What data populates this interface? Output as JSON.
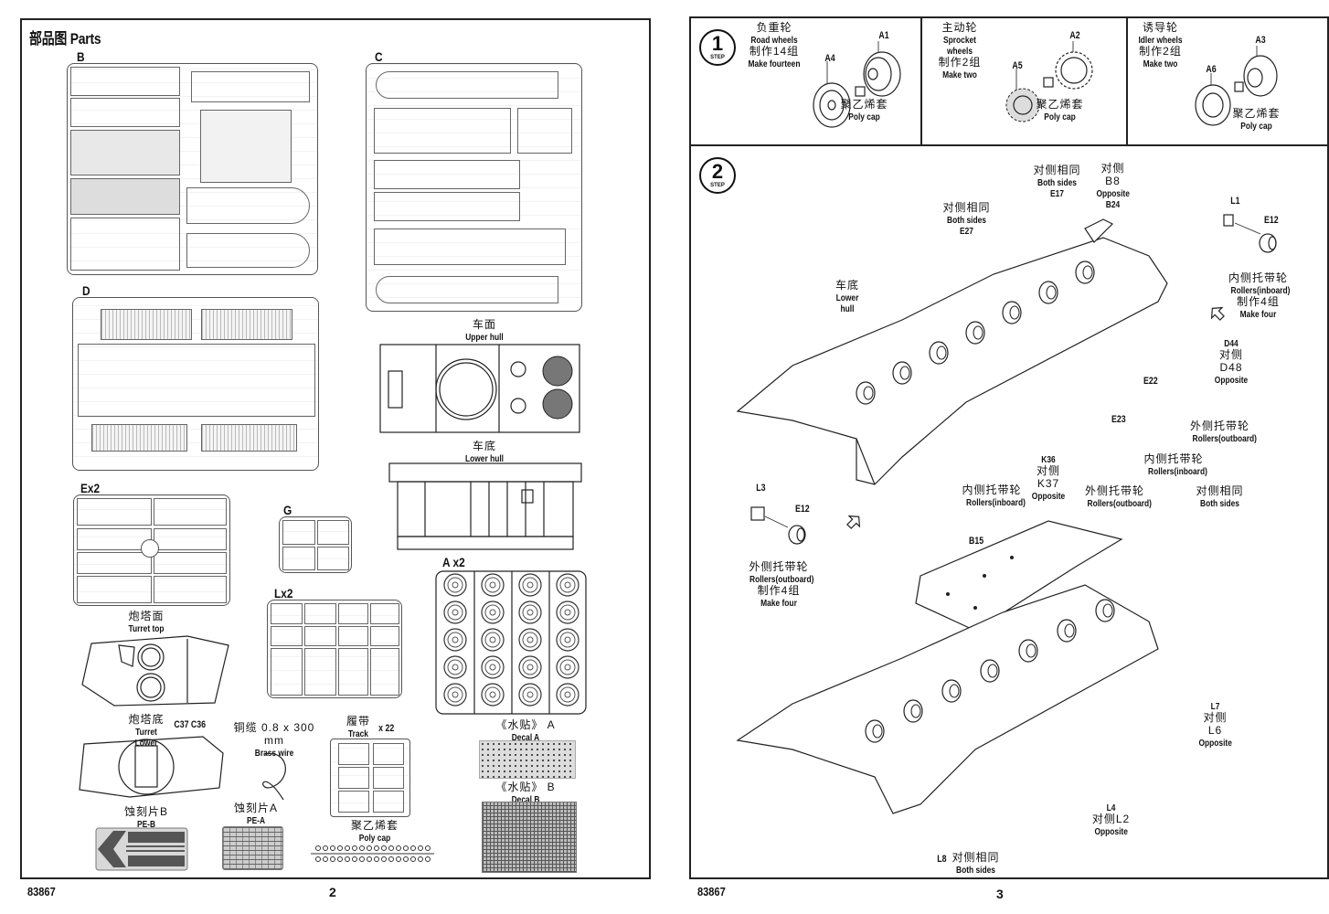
{
  "left_page": {
    "title": "部品图 Parts",
    "sprues": [
      {
        "id": "B",
        "label": "B"
      },
      {
        "id": "C",
        "label": "C"
      },
      {
        "id": "D",
        "label": "D"
      },
      {
        "id": "E",
        "label": "Ex2"
      },
      {
        "id": "G",
        "label": "G"
      },
      {
        "id": "L",
        "label": "Lx2"
      },
      {
        "id": "A",
        "label": "A x2"
      }
    ],
    "parts": {
      "upper_hull": {
        "cn": "车面",
        "en": "Upper hull"
      },
      "lower_hull": {
        "cn": "车底",
        "en": "Lower hull"
      },
      "turret_top": {
        "cn": "炮塔面",
        "en": "Turret top"
      },
      "turret_lower": {
        "cn": "炮塔底",
        "en": "Turret Lower",
        "ids": "C37 C36"
      },
      "brass_wire": {
        "cn": "铜缆 0.8 x 300 mm",
        "en": "Brass wire"
      },
      "track": {
        "cn": "履带",
        "en": "Track",
        "qty": "x 22"
      },
      "decal_a": {
        "cn": "《水贴》 A",
        "en": "Decal  A"
      },
      "decal_b": {
        "cn": "《水贴》 B",
        "en": "Decal  B"
      },
      "pe_b": {
        "cn": "蚀刻片B",
        "en": "PE-B"
      },
      "pe_a": {
        "cn": "蚀刻片A",
        "en": "PE-A"
      },
      "poly_cap": {
        "cn": "聚乙烯套",
        "en": "Poly cap"
      }
    },
    "footer_code": "83867",
    "page_number": "2"
  },
  "right_page": {
    "step1": {
      "number": "1",
      "step_word": "STEP",
      "panels": [
        {
          "cn": "负重轮",
          "en": "Road  wheels",
          "cn_qty": "制作14组",
          "en_qty": "Make fourteen",
          "part_a": "A1",
          "part_b": "A4",
          "cap_cn": "聚乙烯套",
          "cap_en": "Poly cap"
        },
        {
          "cn": "主动轮",
          "en": "Sprocket wheels",
          "cn_qty": "制作2组",
          "en_qty": "Make two",
          "part_a": "A2",
          "part_b": "A5",
          "cap_cn": "聚乙烯套",
          "cap_en": "Poly cap"
        },
        {
          "cn": "诱导轮",
          "en": "Idler wheels",
          "cn_qty": "制作2组",
          "en_qty": "Make two",
          "part_a": "A3",
          "part_b": "A6",
          "cap_cn": "聚乙烯套",
          "cap_en": "Poly cap"
        }
      ]
    },
    "step2": {
      "number": "2",
      "step_word": "STEP",
      "callouts": {
        "lower_hull": {
          "cn": "车底",
          "en": "Lower hull"
        },
        "e27": {
          "cn": "对侧相同",
          "en": "Both sides",
          "id": "E27"
        },
        "e17": {
          "cn": "对侧相同",
          "en": "Both sides",
          "id": "E17"
        },
        "b24": {
          "cn": "对侧 B8",
          "en": "Opposite",
          "id": "B24"
        },
        "l1": {
          "id": "L1"
        },
        "e12_top": {
          "id": "E12"
        },
        "rollers_inboard_top": {
          "cn": "内侧托带轮",
          "en": "Rollers(inboard)",
          "cn_qty": "制作4组",
          "en_qty": "Make four"
        },
        "d44": {
          "id": "D44",
          "cn": "对侧 D48",
          "en": "Opposite"
        },
        "e22": {
          "id": "E22"
        },
        "e23": {
          "id": "E23"
        },
        "rollers_outboard_right": {
          "cn": "外侧托带轮",
          "en": "Rollers(outboard)"
        },
        "rollers_inboard_mid": {
          "cn": "内侧托带轮",
          "en": "Rollers(inboard)"
        },
        "k36": {
          "id": "K36",
          "cn": "对侧 K37",
          "en": "Opposite"
        },
        "rollers_inboard_left": {
          "cn": "内侧托带轮",
          "en": "Rollers(inboard)"
        },
        "rollers_outboard_mid": {
          "cn": "外侧托带轮",
          "en": "Rollers(outboard)"
        },
        "both_sides_right": {
          "cn": "对侧相同",
          "en": "Both sides"
        },
        "l3": {
          "id": "L3"
        },
        "e12_left": {
          "id": "E12"
        },
        "rollers_outboard_left": {
          "cn": "外侧托带轮",
          "en": "Rollers(outboard)",
          "cn_qty": "制作4组",
          "en_qty": "Make four"
        },
        "b15": {
          "id": "B15"
        },
        "l7": {
          "id": "L7",
          "cn": "对侧 L6",
          "en": "Opposite"
        },
        "l4": {
          "id": "L4",
          "cn": "对侧L2",
          "en": "Opposite"
        },
        "l8": {
          "id": "L8",
          "cn": "对侧相同",
          "en": "Both sides"
        }
      }
    },
    "footer_code": "83867",
    "page_number": "3"
  }
}
